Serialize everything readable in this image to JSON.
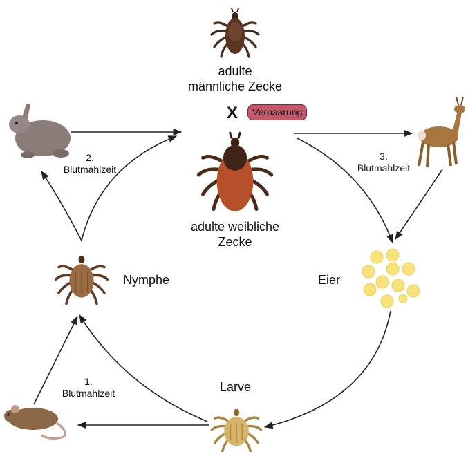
{
  "stages": {
    "male": "adulte\nmännliche Zecke",
    "female": "adulte weibliche\nZecke",
    "nymph": "Nymphe",
    "eggs": "Eier",
    "larva": "Larve"
  },
  "cross_symbol": "X",
  "mating_badge": "Verpaarung",
  "blood_meals": {
    "first": "1.\nBlutmahlzeit",
    "second": "2.\nBlutmahlzeit",
    "third": "3.\nBlutmahlzeit"
  },
  "icons": [
    "male-tick-icon",
    "female-tick-icon",
    "nymph-tick-icon",
    "larva-tick-icon",
    "eggs-icon",
    "rabbit-icon",
    "deer-icon",
    "mouse-icon"
  ],
  "colors": {
    "arrow": "#222222",
    "male_tick": "#5a3522",
    "female_tick": "#b5502a",
    "nymph_tick": "#9a6a42",
    "larva_tick": "#d6b36a",
    "egg": "#f8e27a",
    "badge": "#c4586a"
  }
}
